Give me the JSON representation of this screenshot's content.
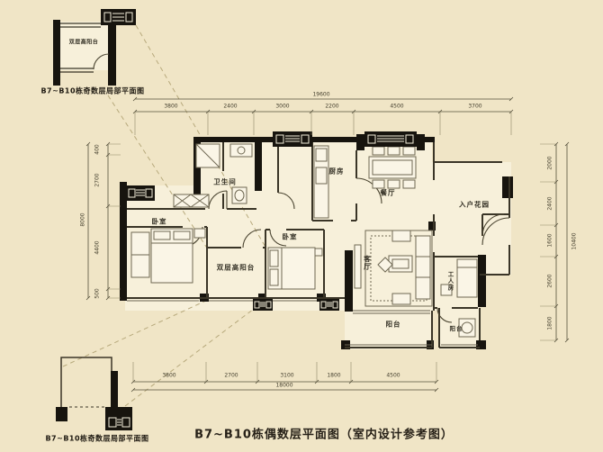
{
  "title": "B7~B10栋偶数层平面图（室内设计参考图）",
  "insets": {
    "top": {
      "caption": "B7~B10栋奇数层局部平面图",
      "room_label": "双层高阳台"
    },
    "bottom": {
      "caption": "B7~B10栋奇数层局部平面图"
    }
  },
  "rooms": {
    "bathroom": "卫生间",
    "kitchen": "厨房",
    "dining": "餐厅",
    "entry_garden": "入户花园",
    "bedroom_left": "卧室",
    "bedroom_mid": "卧室",
    "double_balcony": "双层高阳台",
    "living": "客厅",
    "worker_room": "工人房",
    "balcony_main": "阳台",
    "balcony_small": "阳台"
  },
  "dimensions": {
    "top": {
      "total": "19600",
      "segments": [
        "3800",
        "2400",
        "3000",
        "2200",
        "4500",
        "3700"
      ]
    },
    "bottom": {
      "total": "18000",
      "segments": [
        "3800",
        "2700",
        "3100",
        "1800",
        "4500"
      ]
    },
    "left": {
      "total": "8000",
      "segments": [
        "400",
        "2700",
        "4400",
        "500"
      ]
    },
    "right": {
      "total": "10400",
      "segments": [
        "2000",
        "2400",
        "1600",
        "2600",
        "1800"
      ]
    }
  },
  "icons": {
    "ac_unit": "▯≡▯"
  },
  "colors": {
    "background": "#f0e5c6",
    "floor": "#f7f0da",
    "wall": "#17140e",
    "line": "#3a3527",
    "dim_text": "#45402f",
    "dashed": "#b7a97c",
    "title_text": "#272118"
  }
}
